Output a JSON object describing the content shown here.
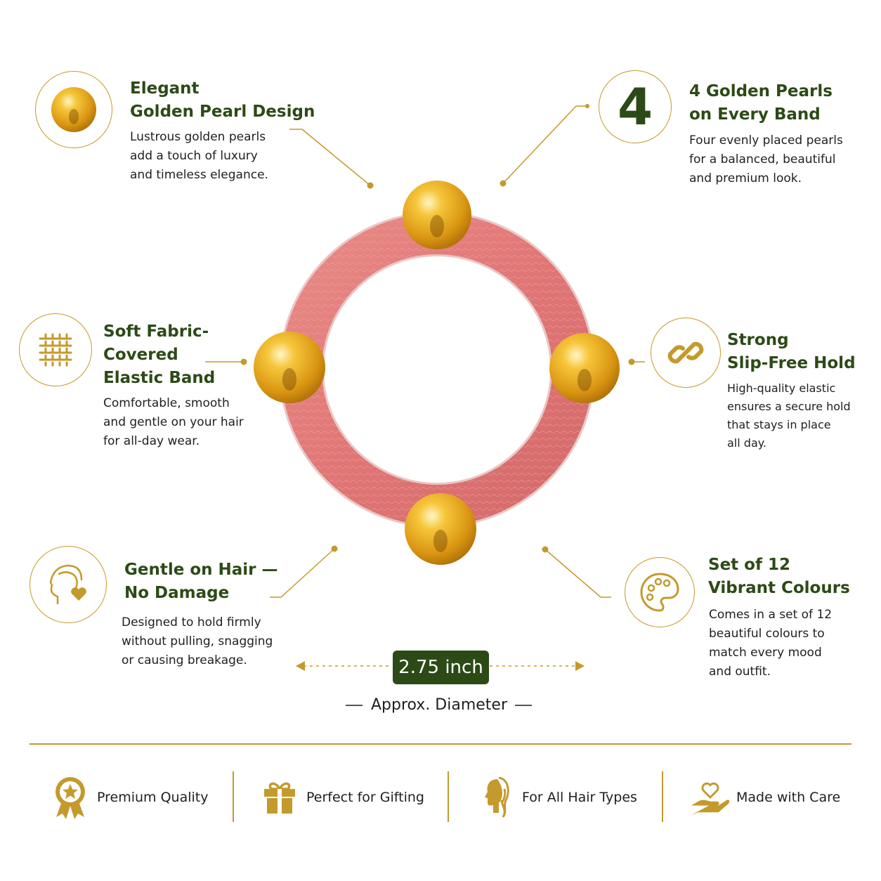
{
  "features": {
    "pearl_design": {
      "title": [
        "Elegant",
        "Golden Pearl Design"
      ],
      "desc": [
        "Lustrous golden pearls",
        "add a touch of luxury",
        "and timeless elegance."
      ],
      "icon": "golden-pearl-icon"
    },
    "golden_pearls": {
      "badge": "4",
      "title": [
        "4 Golden Pearls",
        "on Every Band"
      ],
      "desc": [
        "Four evenly placed pearls",
        "for a balanced, beautiful",
        "and premium look."
      ]
    },
    "fabric_band": {
      "title": [
        "Soft Fabric-",
        "Covered",
        "Elastic Band"
      ],
      "desc": [
        "Comfortable, smooth",
        "and gentle on your hair",
        "for all-day wear."
      ],
      "icon": "woven-fabric-icon"
    },
    "slip_free": {
      "title": [
        "Strong",
        "Slip-Free Hold"
      ],
      "desc": [
        "High-quality elastic",
        "ensures a secure hold",
        "that stays in place",
        "all day."
      ],
      "icon": "chain-link-icon"
    },
    "gentle_hair": {
      "title": [
        "Gentle on Hair —",
        "No Damage"
      ],
      "desc": [
        "Designed to hold firmly",
        "without pulling, snagging",
        "or causing breakage."
      ],
      "icon": "head-heart-icon"
    },
    "colours": {
      "title": [
        "Set of 12",
        "Vibrant Colours"
      ],
      "desc": [
        "Comes in a set of 12",
        "beautiful colours to",
        "match every mood",
        "and outfit."
      ],
      "icon": "palette-icon"
    }
  },
  "dimension": {
    "value": "2.75 inch",
    "label": "Approx. Diameter"
  },
  "footer": [
    {
      "label": "Premium Quality",
      "icon": "award-ribbon-icon"
    },
    {
      "label": "Perfect for Gifting",
      "icon": "gift-box-icon"
    },
    {
      "label": "For All Hair Types",
      "icon": "woman-hair-icon"
    },
    {
      "label": "Made with Care",
      "icon": "heart-hand-icon"
    }
  ],
  "colors": {
    "gold": "#c49a2c",
    "dark_green": "#2c4a16",
    "band_pink": "#e07878"
  }
}
